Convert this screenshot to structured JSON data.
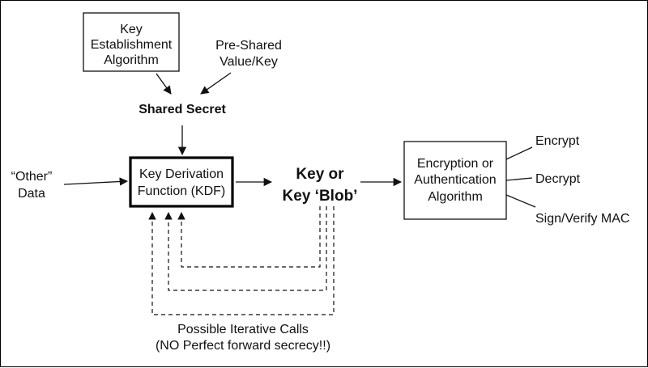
{
  "nodes": {
    "key_establishment": [
      "Key",
      "Establishment",
      "Algorithm"
    ],
    "pre_shared": [
      "Pre-Shared",
      "Value/Key"
    ],
    "shared_secret": "Shared Secret",
    "other_data": [
      "“Other”",
      "Data"
    ],
    "kdf": [
      "Key Derivation",
      "Function (KDF)"
    ],
    "key_blob": [
      "Key or",
      "Key ‘Blob’"
    ],
    "enc_auth": [
      "Encryption or",
      "Authentication",
      "Algorithm"
    ]
  },
  "outputs": [
    "Encrypt",
    "Decrypt",
    "Sign/Verify MAC"
  ],
  "iterative_note": [
    "Possible Iterative Calls",
    "(NO Perfect forward secrecy!!)"
  ]
}
